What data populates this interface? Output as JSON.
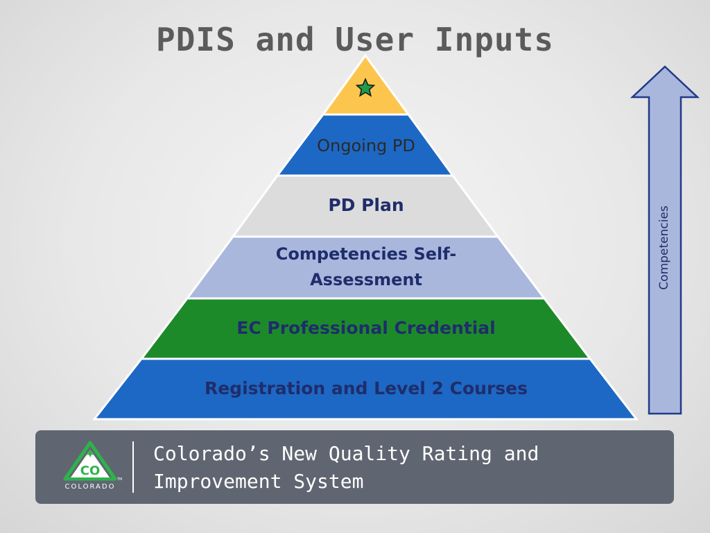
{
  "slide": {
    "title": "PDIS and User Inputs"
  },
  "pyramid": {
    "tiers": [
      {
        "id": "top",
        "label": "",
        "color": "#fcc64e",
        "icon": "star-icon"
      },
      {
        "id": "ongoing-pd",
        "label": "Ongoing PD",
        "color": "#1d68c4"
      },
      {
        "id": "pd-plan",
        "label": "PD Plan",
        "color": "#dcdcdc"
      },
      {
        "id": "self-assessment",
        "label": "Competencies Self-Assessment",
        "label_lines": [
          "Competencies Self-",
          "Assessment"
        ],
        "color": "#aab7dd"
      },
      {
        "id": "credential",
        "label": "EC Professional Credential",
        "color": "#1d8a2a"
      },
      {
        "id": "registration",
        "label": "Registration and Level 2 Courses",
        "color": "#1d68c4"
      }
    ],
    "star_color": "#1e9c4a"
  },
  "arrow": {
    "label": "Competencies",
    "color": "#aab7dd",
    "outline_color": "#1f3a8a"
  },
  "footer": {
    "background": "#5f6671",
    "logo": {
      "text": "CO",
      "wordmark": "COLORADO",
      "trademark": "TM",
      "color": "#2db34a"
    },
    "text_line1": "Colorado’s New Quality Rating and",
    "text_line2": "Improvement System"
  }
}
